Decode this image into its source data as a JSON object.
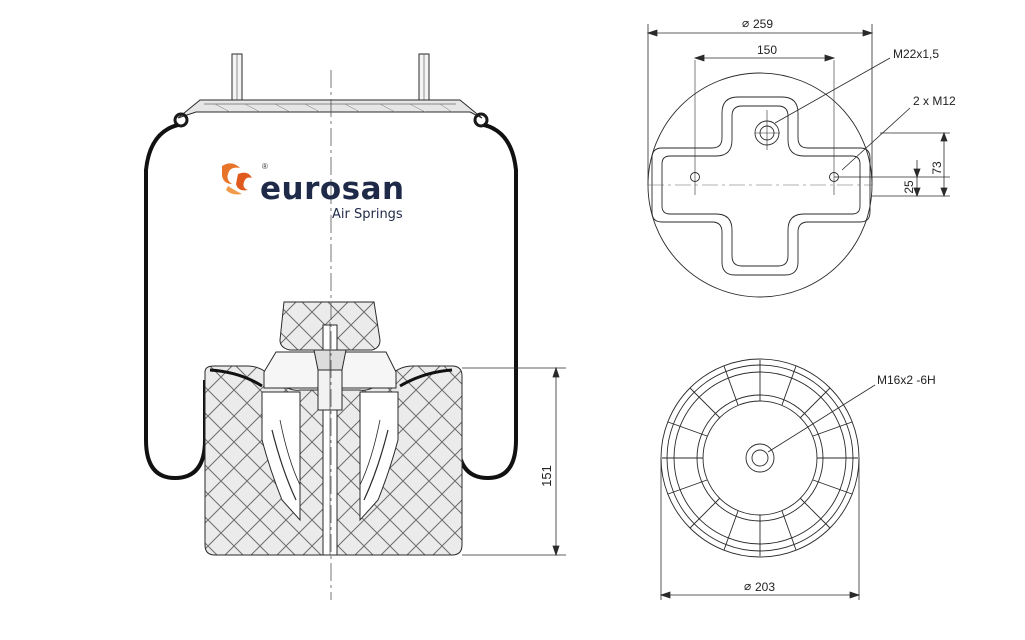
{
  "brand": {
    "name": "eurosan",
    "subtitle": "Air Springs",
    "registered_mark": "®"
  },
  "dimensions": {
    "height": "151",
    "top_diameter": "259",
    "stud_spacing": "150",
    "center_thread": "M22x1,5",
    "side_threads": "2 x M12",
    "offset_73": "73",
    "offset_25": "25",
    "bottom_thread": "M16x2 -6H",
    "bottom_diameter": "203"
  },
  "colors": {
    "line": "#2a2a2a",
    "bellow": "#1a1a1a",
    "hatch": "#7a7a7a",
    "brand_text": "#1f2a48",
    "logo_orange": "#e8742a"
  }
}
